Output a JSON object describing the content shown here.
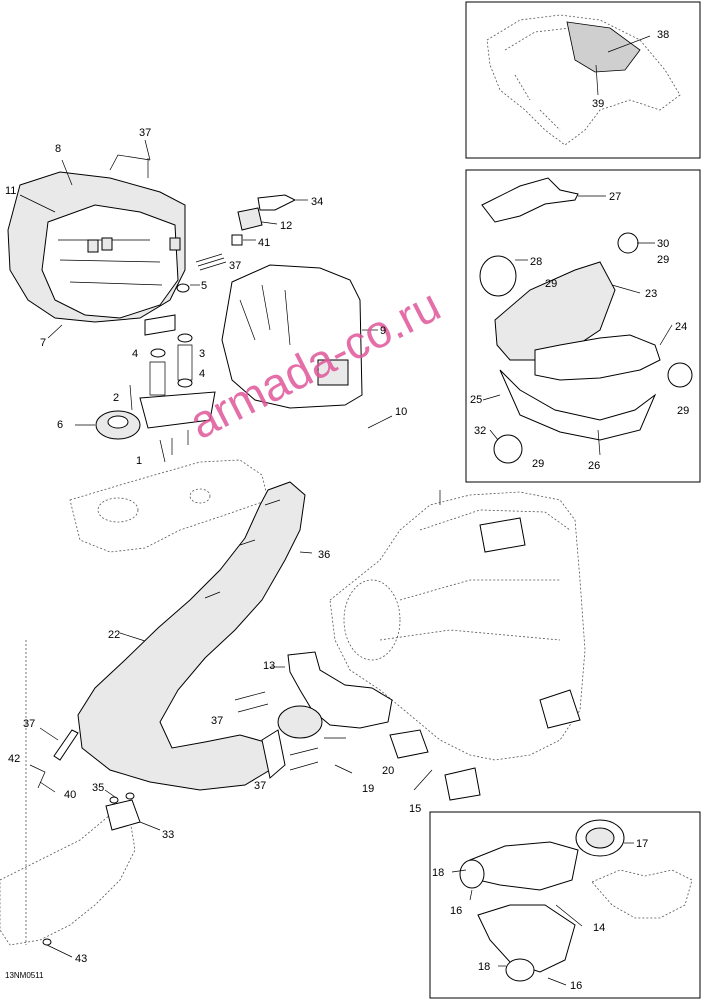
{
  "diagram": {
    "watermark": "armada-co.ru",
    "part_code": "13NM0511",
    "callouts": {
      "c1": "1",
      "c2": "2",
      "c3": "3",
      "c4a": "4",
      "c4b": "4",
      "c5": "5",
      "c6": "6",
      "c7": "7",
      "c8": "8",
      "c9": "9",
      "c10": "10",
      "c11": "11",
      "c12": "12",
      "c13": "13",
      "c14": "14",
      "c15": "15",
      "c16a": "16",
      "c16b": "16",
      "c17": "17",
      "c18a": "18",
      "c18b": "18",
      "c19": "19",
      "c20": "20",
      "c22": "22",
      "c23": "23",
      "c24": "24",
      "c25": "25",
      "c26": "26",
      "c27": "27",
      "c28": "28",
      "c29a": "29",
      "c29b": "29",
      "c29c": "29",
      "c29d": "29",
      "c30": "30",
      "c32": "32",
      "c33": "33",
      "c34": "34",
      "c35": "35",
      "c36": "36",
      "c37a": "37",
      "c37b": "37",
      "c37c": "37",
      "c37d": "37",
      "c37e": "37",
      "c38": "38",
      "c39": "39",
      "c40": "40",
      "c41": "41",
      "c42": "42",
      "c43": "43"
    }
  }
}
